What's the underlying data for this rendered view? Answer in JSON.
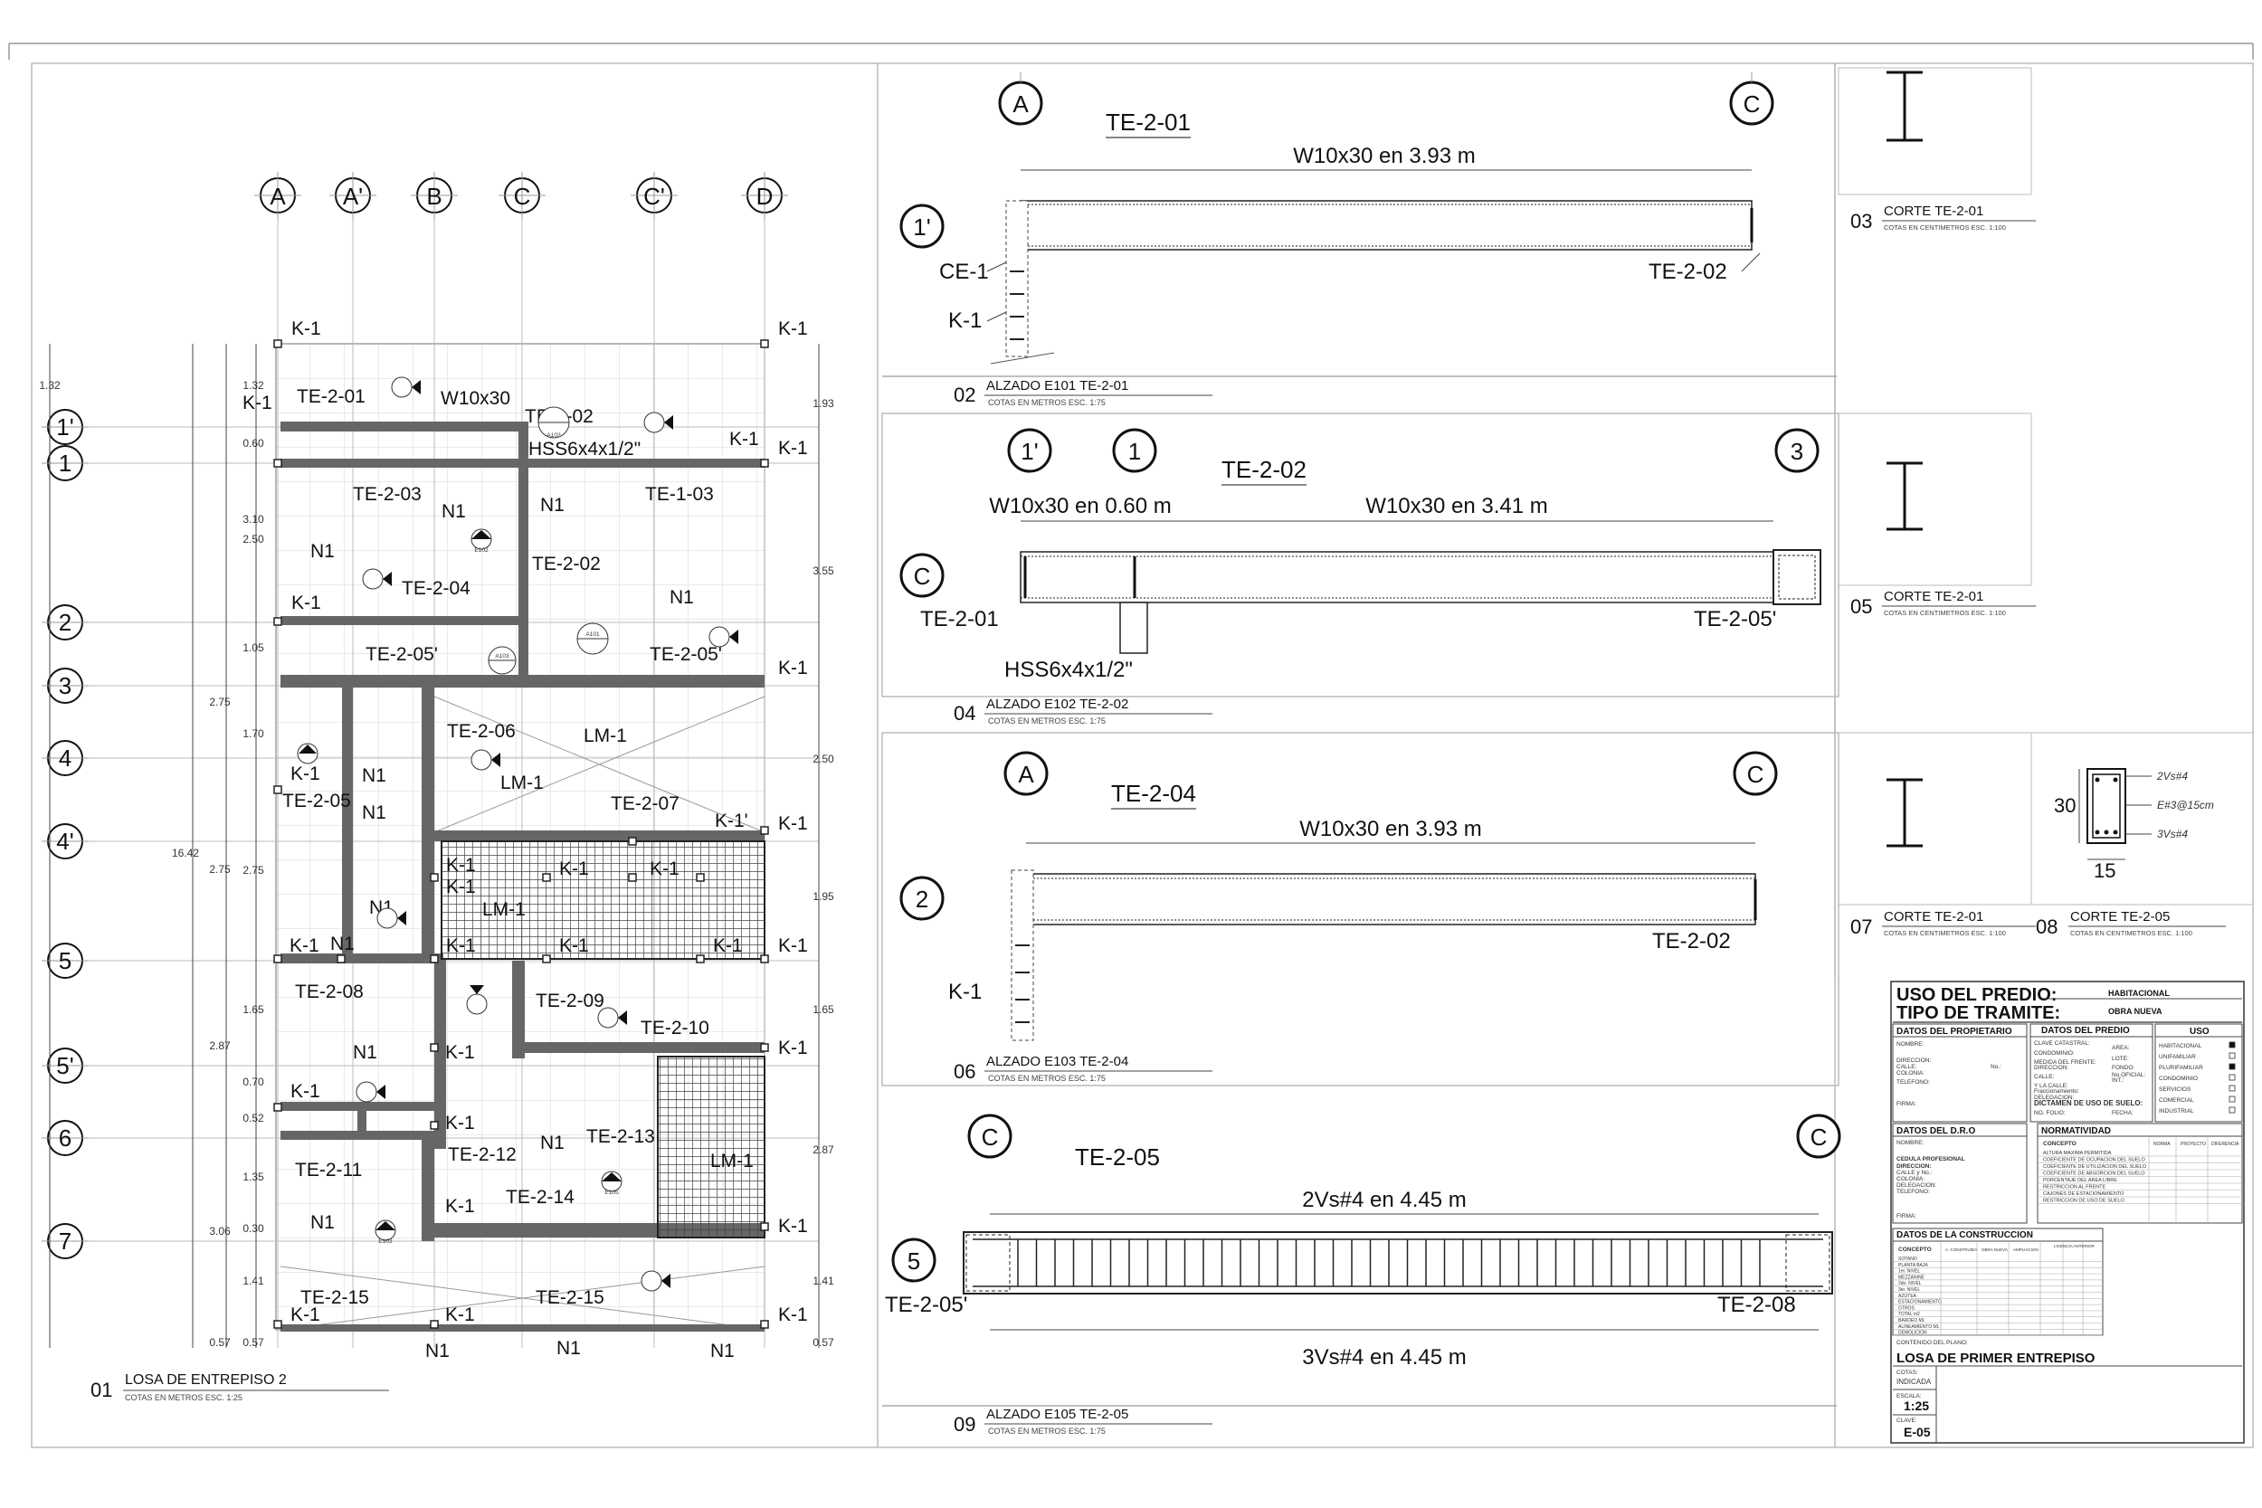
{
  "plan": {
    "axes_top": [
      "A",
      "A'",
      "B",
      "C",
      "C'",
      "D"
    ],
    "axes_left": [
      "1'",
      "1",
      "2",
      "3",
      "4",
      "4'",
      "5",
      "5'",
      "6",
      "7"
    ],
    "dims_left_outer": [
      "1.32"
    ],
    "dims_left_inner": [
      "1.32",
      "0.60",
      "3.10",
      "2.50",
      "1.05",
      "2.75",
      "1.70",
      "2.75",
      "2.75",
      "1.65",
      "2.87",
      "0.70",
      "0.52",
      "1.35",
      "3.06",
      "0.30",
      "1.41",
      "0.57",
      "0.57"
    ],
    "dims_total": "16.42",
    "dims_right": [
      "1.93",
      "3.55",
      "2.50",
      "1.95",
      "1.65",
      "2.87",
      "1.41",
      "0.57"
    ],
    "labels": {
      "k1": "K-1",
      "k1p": "K-1'",
      "n1": "N1",
      "lm1": "LM-1",
      "w10x30": "W10x30",
      "hss": "HSS6x4x1/2\"",
      "te201": "TE-2-01",
      "te202": "TE-2-02",
      "te203": "TE-2-03",
      "te103": "TE-1-03",
      "te204": "TE-2-04",
      "te205p": "TE-2-05'",
      "te205": "TE-2-05",
      "te206": "TE-2-06",
      "te207": "TE-2-07",
      "te208": "TE-2-08",
      "te209": "TE-2-09",
      "te210": "TE-2-10",
      "te211": "TE-2-11",
      "te212": "TE-2-12",
      "te213": "TE-2-13",
      "te214": "TE-2-14",
      "te215": "TE-2-15",
      "a101": "A101",
      "a102": "A102",
      "a103": "A103",
      "e102": "E102",
      "e103": "E103",
      "e105": "E105",
      "lmone": "LM-1"
    },
    "caption_num": "01",
    "caption_title": "LOSA DE ENTREPISO 2",
    "caption_sub": "COTAS EN METROS ESC. 1:25"
  },
  "elev1": {
    "title": "TE-2-01",
    "axis_a": "A",
    "axis_c": "C",
    "axis_1p": "1'",
    "span": "W10x30 en 3.93 m",
    "left_a": "CE-1",
    "left_b": "K-1",
    "right": "TE-2-02",
    "caption_num": "02",
    "caption_title": "ALZADO E101 TE-2-01",
    "caption_sub": "COTAS EN METROS ESC. 1:75"
  },
  "elev2": {
    "title": "TE-2-02",
    "axis_1p": "1'",
    "axis_1": "1",
    "axis_3": "3",
    "axis_c": "C",
    "span_a": "W10x30 en 0.60 m",
    "span_b": "W10x30 en 3.41 m",
    "left": "TE-2-01",
    "right": "TE-2-05'",
    "post": "HSS6x4x1/2\"",
    "caption_num": "04",
    "caption_title": "ALZADO E102 TE-2-02",
    "caption_sub": "COTAS EN METROS ESC. 1:75"
  },
  "elev3": {
    "title": "TE-2-04",
    "axis_a": "A",
    "axis_c": "C",
    "axis_2": "2",
    "span": "W10x30 en 3.93 m",
    "left": "K-1",
    "right": "TE-2-02",
    "caption_num": "06",
    "caption_title": "ALZADO E103 TE-2-04",
    "caption_sub": "COTAS EN METROS ESC. 1:75"
  },
  "elev4": {
    "title": "TE-2-05",
    "axis_c1": "C",
    "axis_c2": "C",
    "axis_5": "5",
    "top_bars": "2Vs#4 en 4.45 m",
    "bot_bars": "3Vs#4  en 4.45 m",
    "left": "TE-2-05'",
    "right": "TE-2-08",
    "caption_num": "09",
    "caption_title": "ALZADO E105 TE-2-05",
    "caption_sub": "COTAS EN METROS ESC. 1:75"
  },
  "sections": {
    "s03_num": "03",
    "s03_title": "CORTE TE-2-01",
    "s03_sub": "COTAS EN CENTIMETROS ESC. 1:100",
    "s05_num": "05",
    "s05_title": "CORTE TE-2-01",
    "s05_sub": "COTAS EN CENTIMETROS ESC. 1:100",
    "s07_num": "07",
    "s07_title": "CORTE TE-2-01",
    "s07_sub": "COTAS EN CENTIMETROS ESC. 1:100",
    "s08_num": "08",
    "s08_title": "CORTE TE-2-05",
    "s08_sub": "COTAS EN CENTIMETROS ESC. 1:100",
    "rb_top": "2Vs#4",
    "rb_stir": "E#3@15cm",
    "rb_bot": "3Vs#4",
    "rb_h": "30",
    "rb_w": "15"
  },
  "titleblock": {
    "uso_label": "USO DEL PREDIO:",
    "uso_value": "HABITACIONAL",
    "tramite_label": "TIPO DE TRAMITE:",
    "tramite_value": "OBRA NUEVA",
    "prop_header": "DATOS DEL PROPIETARIO",
    "prop_fields": [
      "NOMBRE:",
      "DIRECCION:",
      "CALLE:",
      "No.:",
      "COLONIA:",
      "TELEFONO:",
      "FIRMA:"
    ],
    "predio_header": "DATOS DEL PREDIO",
    "predio_fields": [
      "CLAVE CATASTRAL:",
      "AREA:",
      "CONDOMINIO:",
      "LOTE:",
      "MEDIDA DEL FRENTE:",
      "DIRECCION:",
      "FONDO:",
      "CALLE:",
      "No.OFICIAL:",
      "INT.:",
      "Y LA CALLE:",
      "Fraccionamiento:",
      "DELEGACION:",
      "DICTAMEN DE USO DE SUELO:",
      "NO. FOLIO:",
      "FECHA:"
    ],
    "uso_header": "USO",
    "uso_items": [
      "HABITACIONAL",
      "UNIFAMILIAR",
      "PLURIFAMILIAR",
      "CONDOMINIO",
      "SERVICIOS",
      "COMERCIAL",
      "INDUSTRIAL"
    ],
    "dro_header": "DATOS DEL D.R.O",
    "dro_fields": [
      "NOMBRE:",
      "CEDULA PROFESIONAL",
      "DIRECCION:",
      "CALLE y No.:",
      "COLONIA:",
      "DELEGACION:",
      "TELEFONO:",
      "FIRMA:"
    ],
    "norm_header": "NORMATIVIDAD",
    "norm_cols": [
      "CONCEPTO",
      "NORMA",
      "PROYECTO",
      "DIFERENCIA"
    ],
    "norm_rows": [
      "ALTURA MAXIMA PERMITIDA",
      "COEFICIENTE DE OCUPACION DEL SUELO",
      "COEFICIENTE DE UTILIZACION DEL SUELO",
      "COEFICIENTE DE ABSORCION DEL SUELO",
      "PORCENTAJE DEL AREA LIBRE",
      "RESTRICCION AL FRENTE",
      "CAJONES DE ESTACIONAMIENTO",
      "RESTRICCION DE USO DE SUELO"
    ],
    "const_header": "DATOS DE LA CONSTRUCCION",
    "const_cols": [
      "CONCEPTO",
      "A. CONSTRUIDA",
      "OBRA NUEVA",
      "AMPLIACION",
      "LICENCIA ANTERIOR"
    ],
    "const_rows": [
      "SOTANO",
      "PLANTA BAJA",
      "1er. NIVEL",
      "MEZZANINE",
      "2do. NIVEL",
      "3er. NIVEL",
      "AZOTEA",
      "ESTACIONAMIENTO",
      "OTROS",
      "TOTAL m2",
      "BARDEO ML",
      "ALINEAMIENTO ML",
      "DEMOLICION"
    ],
    "content_label": "CONTENIDO DEL PLANO:",
    "content_value": "LOSA DE PRIMER ENTREPISO",
    "cotas_label": "COTAS:",
    "cotas_value": "INDICADA",
    "escala_label": "ESCALA:",
    "escala_value": "1:25",
    "clave_label": "CLAVE:",
    "clave_value": "E-05"
  }
}
